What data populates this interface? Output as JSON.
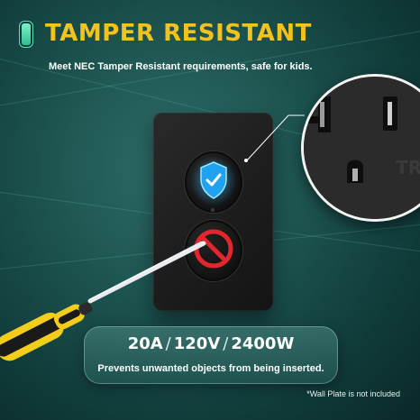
{
  "header": {
    "title": "TAMPER RESISTANT",
    "subtitle": "Meet NEC Tamper Resistant requirements, safe for kids."
  },
  "specs": {
    "current": "20A",
    "voltage": "120V",
    "power": "2400W",
    "separator": "/",
    "caption": "Prevents unwanted objects from being inserted."
  },
  "footnote": "*Wall Plate is not included",
  "icons": {
    "shield": "shield-check-icon",
    "prohibited": "no-entry-icon",
    "tool": "screwdriver-icon"
  },
  "colors": {
    "title": "#f3c21c",
    "accent_green": "#5fe0b5",
    "shield_blue": "#1fa3f0",
    "prohibited_red": "#e3262e",
    "screwdriver_yellow": "#f2cd1a"
  }
}
